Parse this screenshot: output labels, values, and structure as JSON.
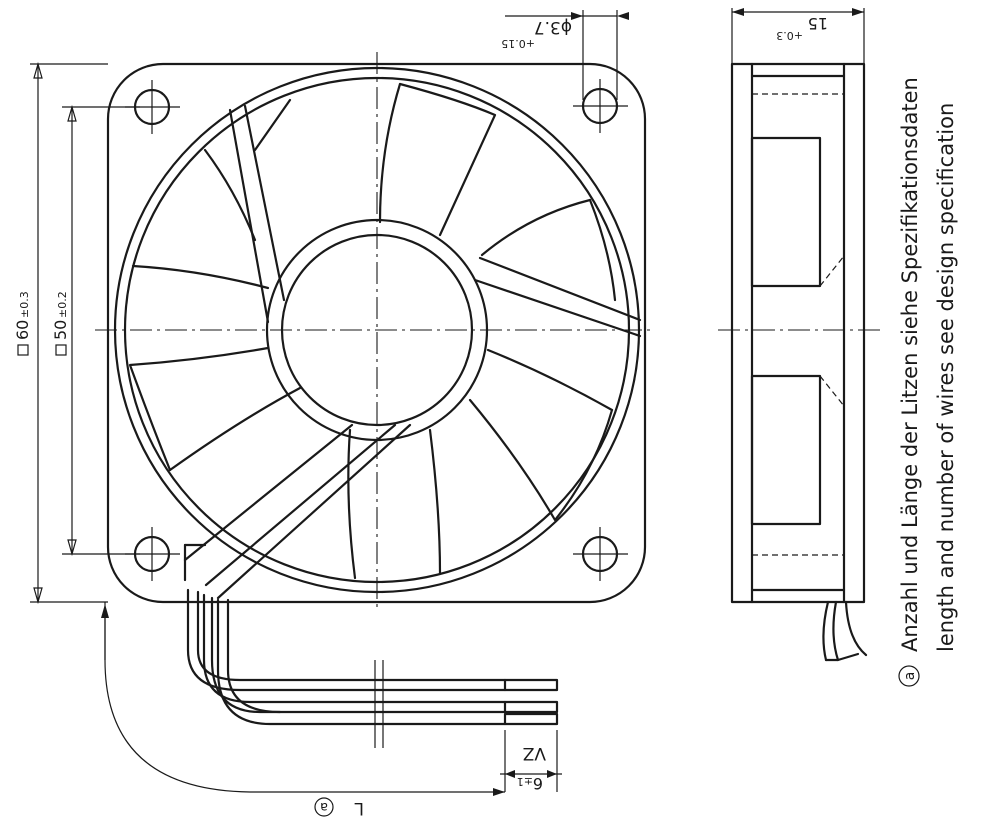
{
  "dimensions": {
    "outer_square": "60",
    "outer_tol": "±0.3",
    "inner_square": "50",
    "inner_tol": "±0.2",
    "hole_dia": "ϕ3.7",
    "hole_tol": "+0.15",
    "depth": "15",
    "depth_tol": "+0.3",
    "strip_len": "6",
    "strip_tol": "±1",
    "strip_label": "VZ",
    "lead_length": "L",
    "lead_note_marker": "a"
  },
  "note": {
    "marker": "a",
    "german": "Anzahl und Länge der Litzen siehe Spezifikationsdaten",
    "english": "length and number of wires see design specification"
  }
}
